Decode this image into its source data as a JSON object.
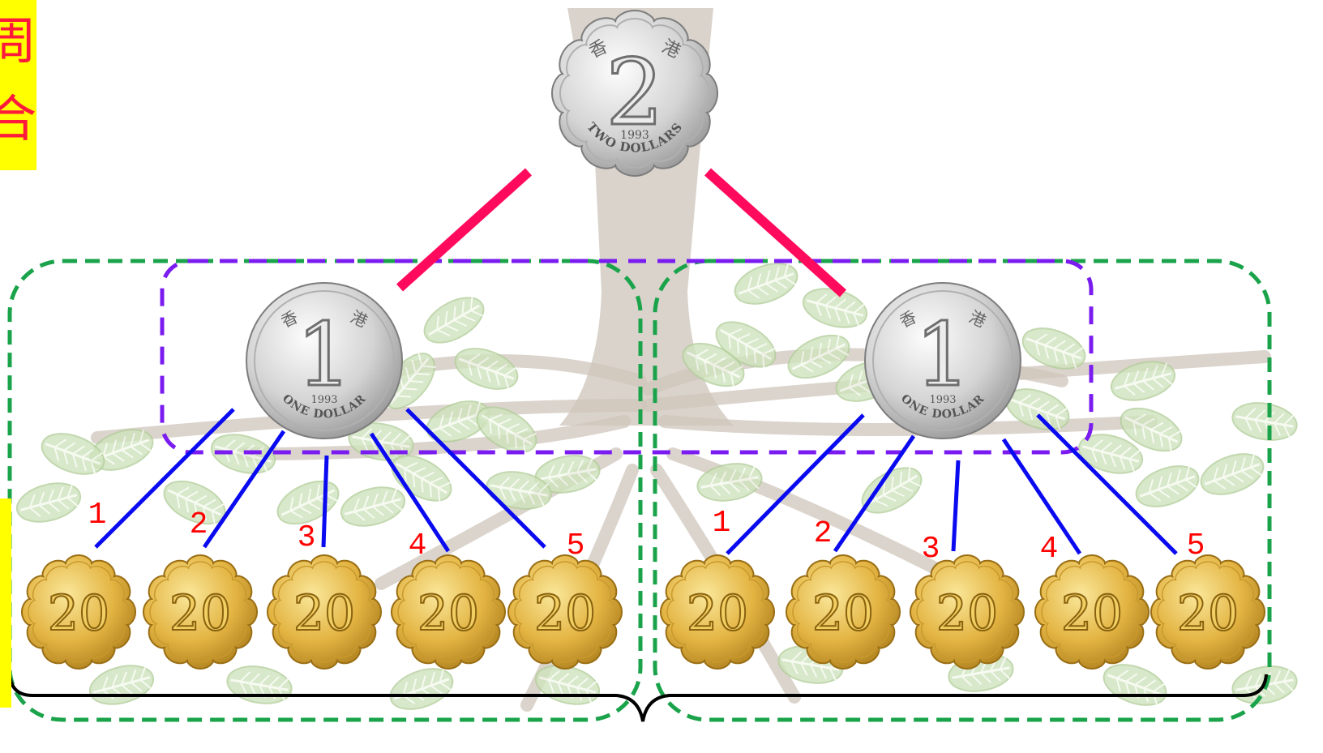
{
  "side_label": {
    "chars": [
      "周",
      "合"
    ]
  },
  "coins": {
    "two_dollar": {
      "numeral": "2",
      "year": "1993",
      "legend": "TWO DOLLARS",
      "chinese": [
        "香",
        "港"
      ]
    },
    "one_dollar": {
      "numeral": "1",
      "year": "1993",
      "legend": "ONE DOLLAR",
      "chinese": [
        "香",
        "港"
      ]
    },
    "twenty_cent": {
      "numeral": "20"
    }
  },
  "groups": [
    {
      "labels": [
        "1",
        "2",
        "3",
        "4",
        "5"
      ]
    },
    {
      "labels": [
        "1",
        "2",
        "3",
        "4",
        "5"
      ]
    }
  ],
  "colors": {
    "split_line": "#ff0a5c",
    "branch_line": "#0a0af0",
    "count_label": "#ff0000",
    "group_box": "#1aa34a",
    "dollar_box": "#7a1cf0",
    "label_background": "#ffff00"
  }
}
